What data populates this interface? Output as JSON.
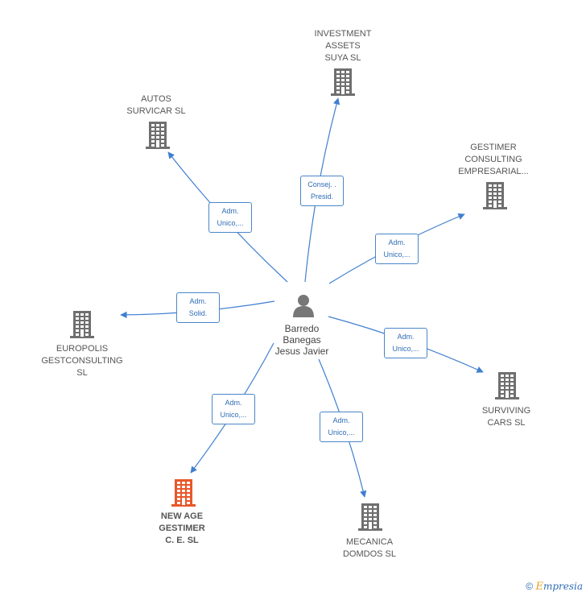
{
  "center": {
    "name": "Barredo\nBanegas\nJesus Javier",
    "icon": "person-icon",
    "color": "#777777"
  },
  "companies": [
    {
      "id": "investment",
      "name": "INVESTMENT\nASSETS\nSUYA  SL",
      "focus": false,
      "role": "Consej. .\nPresid."
    },
    {
      "id": "autos",
      "name": "AUTOS\nSURVICAR  SL",
      "focus": false,
      "role": "Adm.\nUnico,..."
    },
    {
      "id": "gestimer",
      "name": "GESTIMER\nCONSULTING\nEMPRESARIAL...",
      "focus": false,
      "role": "Adm.\nUnico,..."
    },
    {
      "id": "europolis",
      "name": "EUROPOLIS\nGESTCONSULTING\nSL",
      "focus": false,
      "role": "Adm.\nSolid."
    },
    {
      "id": "surviving",
      "name": "SURVIVING\nCARS  SL",
      "focus": false,
      "role": "Adm.\nUnico,..."
    },
    {
      "id": "newage",
      "name": "NEW AGE\nGESTIMER\nC. E.  SL",
      "focus": true,
      "role": "Adm.\nUnico,..."
    },
    {
      "id": "mecanica",
      "name": "MECANICA\nDOMDOS  SL",
      "focus": false,
      "role": "Adm.\nUnico,..."
    }
  ],
  "colors": {
    "building": "#6f6f6f",
    "building_focus": "#e8572a",
    "edge": "#3f7fd0",
    "person": "#777777"
  },
  "footer": {
    "copyright": "©",
    "brand_initial": "E",
    "brand_rest": "mpresia"
  }
}
